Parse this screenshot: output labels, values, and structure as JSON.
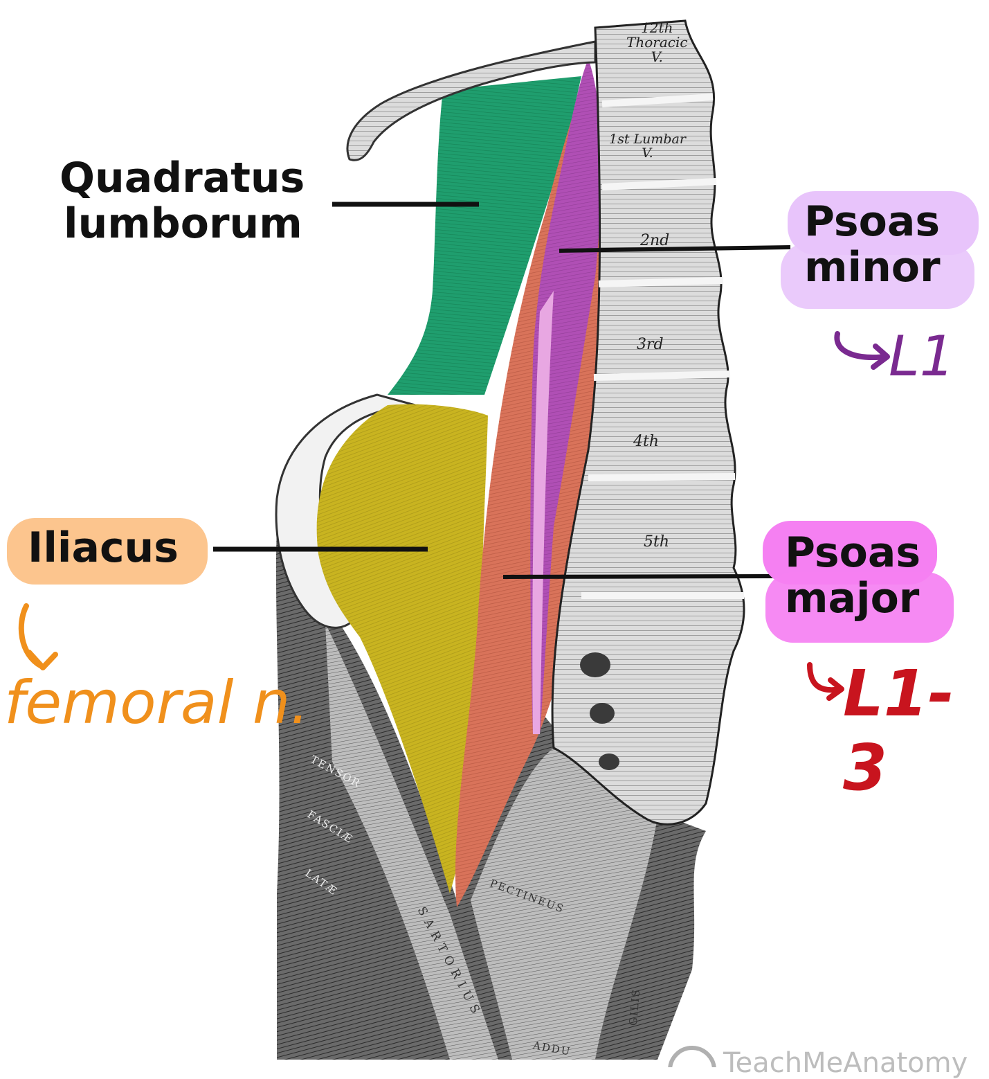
{
  "labels": {
    "quadratus_line1": "Quadratus",
    "quadratus_line2": "lumborum",
    "iliacus": "Iliacus",
    "psoas_minor_line1": "Psoas",
    "psoas_minor_line2": "minor",
    "psoas_major_line1": "Psoas",
    "psoas_major_line2": "major"
  },
  "annotations": {
    "iliacus_nerve": "femoral n.",
    "psoas_minor_root": "L1",
    "psoas_major_root": "L1-3"
  },
  "vertebrae": {
    "t12_line1": "12th",
    "t12_line2": "Thoracic",
    "t12_line3": "V.",
    "l1_line1": "1st Lumbar",
    "l1_line2": "V.",
    "l2": "2nd",
    "l3": "3rd",
    "l4": "4th",
    "l5": "5th"
  },
  "muscle_tags": {
    "tensor": "TENSOR",
    "fasciae": "FASCIÆ",
    "latae": "LATÆ",
    "sartorius": "SARTORIUS",
    "pectineus": "PECTINEUS",
    "adductor": "ADDU",
    "gracilis": "GILIS"
  },
  "watermark": "TeachMeAnatomy",
  "colors": {
    "quadratus": "#1f9e6e",
    "iliacus": "#c9b420",
    "psoas_major": "#d9735a",
    "psoas_minor": "#b04fb5",
    "iliacus_highlight": "#fcc58e",
    "psoas_minor_highlight": "#e8c4fb",
    "psoas_major_highlight": "#f580f2",
    "orange_ink": "#f0901c",
    "purple_ink": "#7a2a90",
    "red_ink": "#c8141e"
  }
}
